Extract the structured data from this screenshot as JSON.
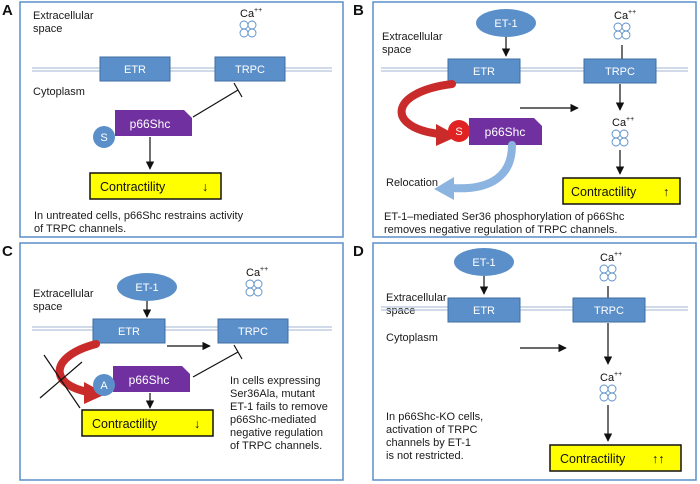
{
  "colors": {
    "panel_border": "#5b8fc9",
    "membrane": "#b4c4da",
    "box_fill": "#5b8fc9",
    "box_stroke": "#3f6ea3",
    "p66_fill": "#7030a0",
    "contractility_fill": "#ffff00",
    "phospho_active": "#e02222",
    "phospho_inactive": "#5b8fc9",
    "red_arrow": "#c92a2a",
    "relocation_arrow": "#8cb4e0"
  },
  "labels": {
    "extracellular": "Extracellular",
    "space": "space",
    "cytoplasm": "Cytoplasm",
    "etr": "ETR",
    "trpc": "TRPC",
    "et1": "ET-1",
    "p66shc": "p66Shc",
    "ca": "Ca",
    "ca_sup": "++",
    "contractility": "Contractility",
    "serine": "S",
    "alanine": "A",
    "relocation": "Relocation"
  },
  "panels": {
    "a": {
      "letter": "A",
      "caption": [
        "In untreated cells, p66Shc restrains activity",
        "of TRPC channels."
      ],
      "arrow": "↓"
    },
    "b": {
      "letter": "B",
      "caption": [
        "ET-1–mediated Ser36 phosphorylation of p66Shc",
        "removes negative regulation of TRPC channels."
      ],
      "arrow": "↑"
    },
    "c": {
      "letter": "C",
      "caption": [
        "In cells expressing",
        "Ser36Ala, mutant",
        "ET-1 fails to remove",
        "p66Shc-mediated",
        "negative regulation",
        "of TRPC channels."
      ],
      "arrow": "↓"
    },
    "d": {
      "letter": "D",
      "caption": [
        "In p66Shc-KO cells,",
        "activation of TRPC",
        "channels by ET-1",
        "is not restricted."
      ],
      "arrow": "↑↑"
    }
  }
}
